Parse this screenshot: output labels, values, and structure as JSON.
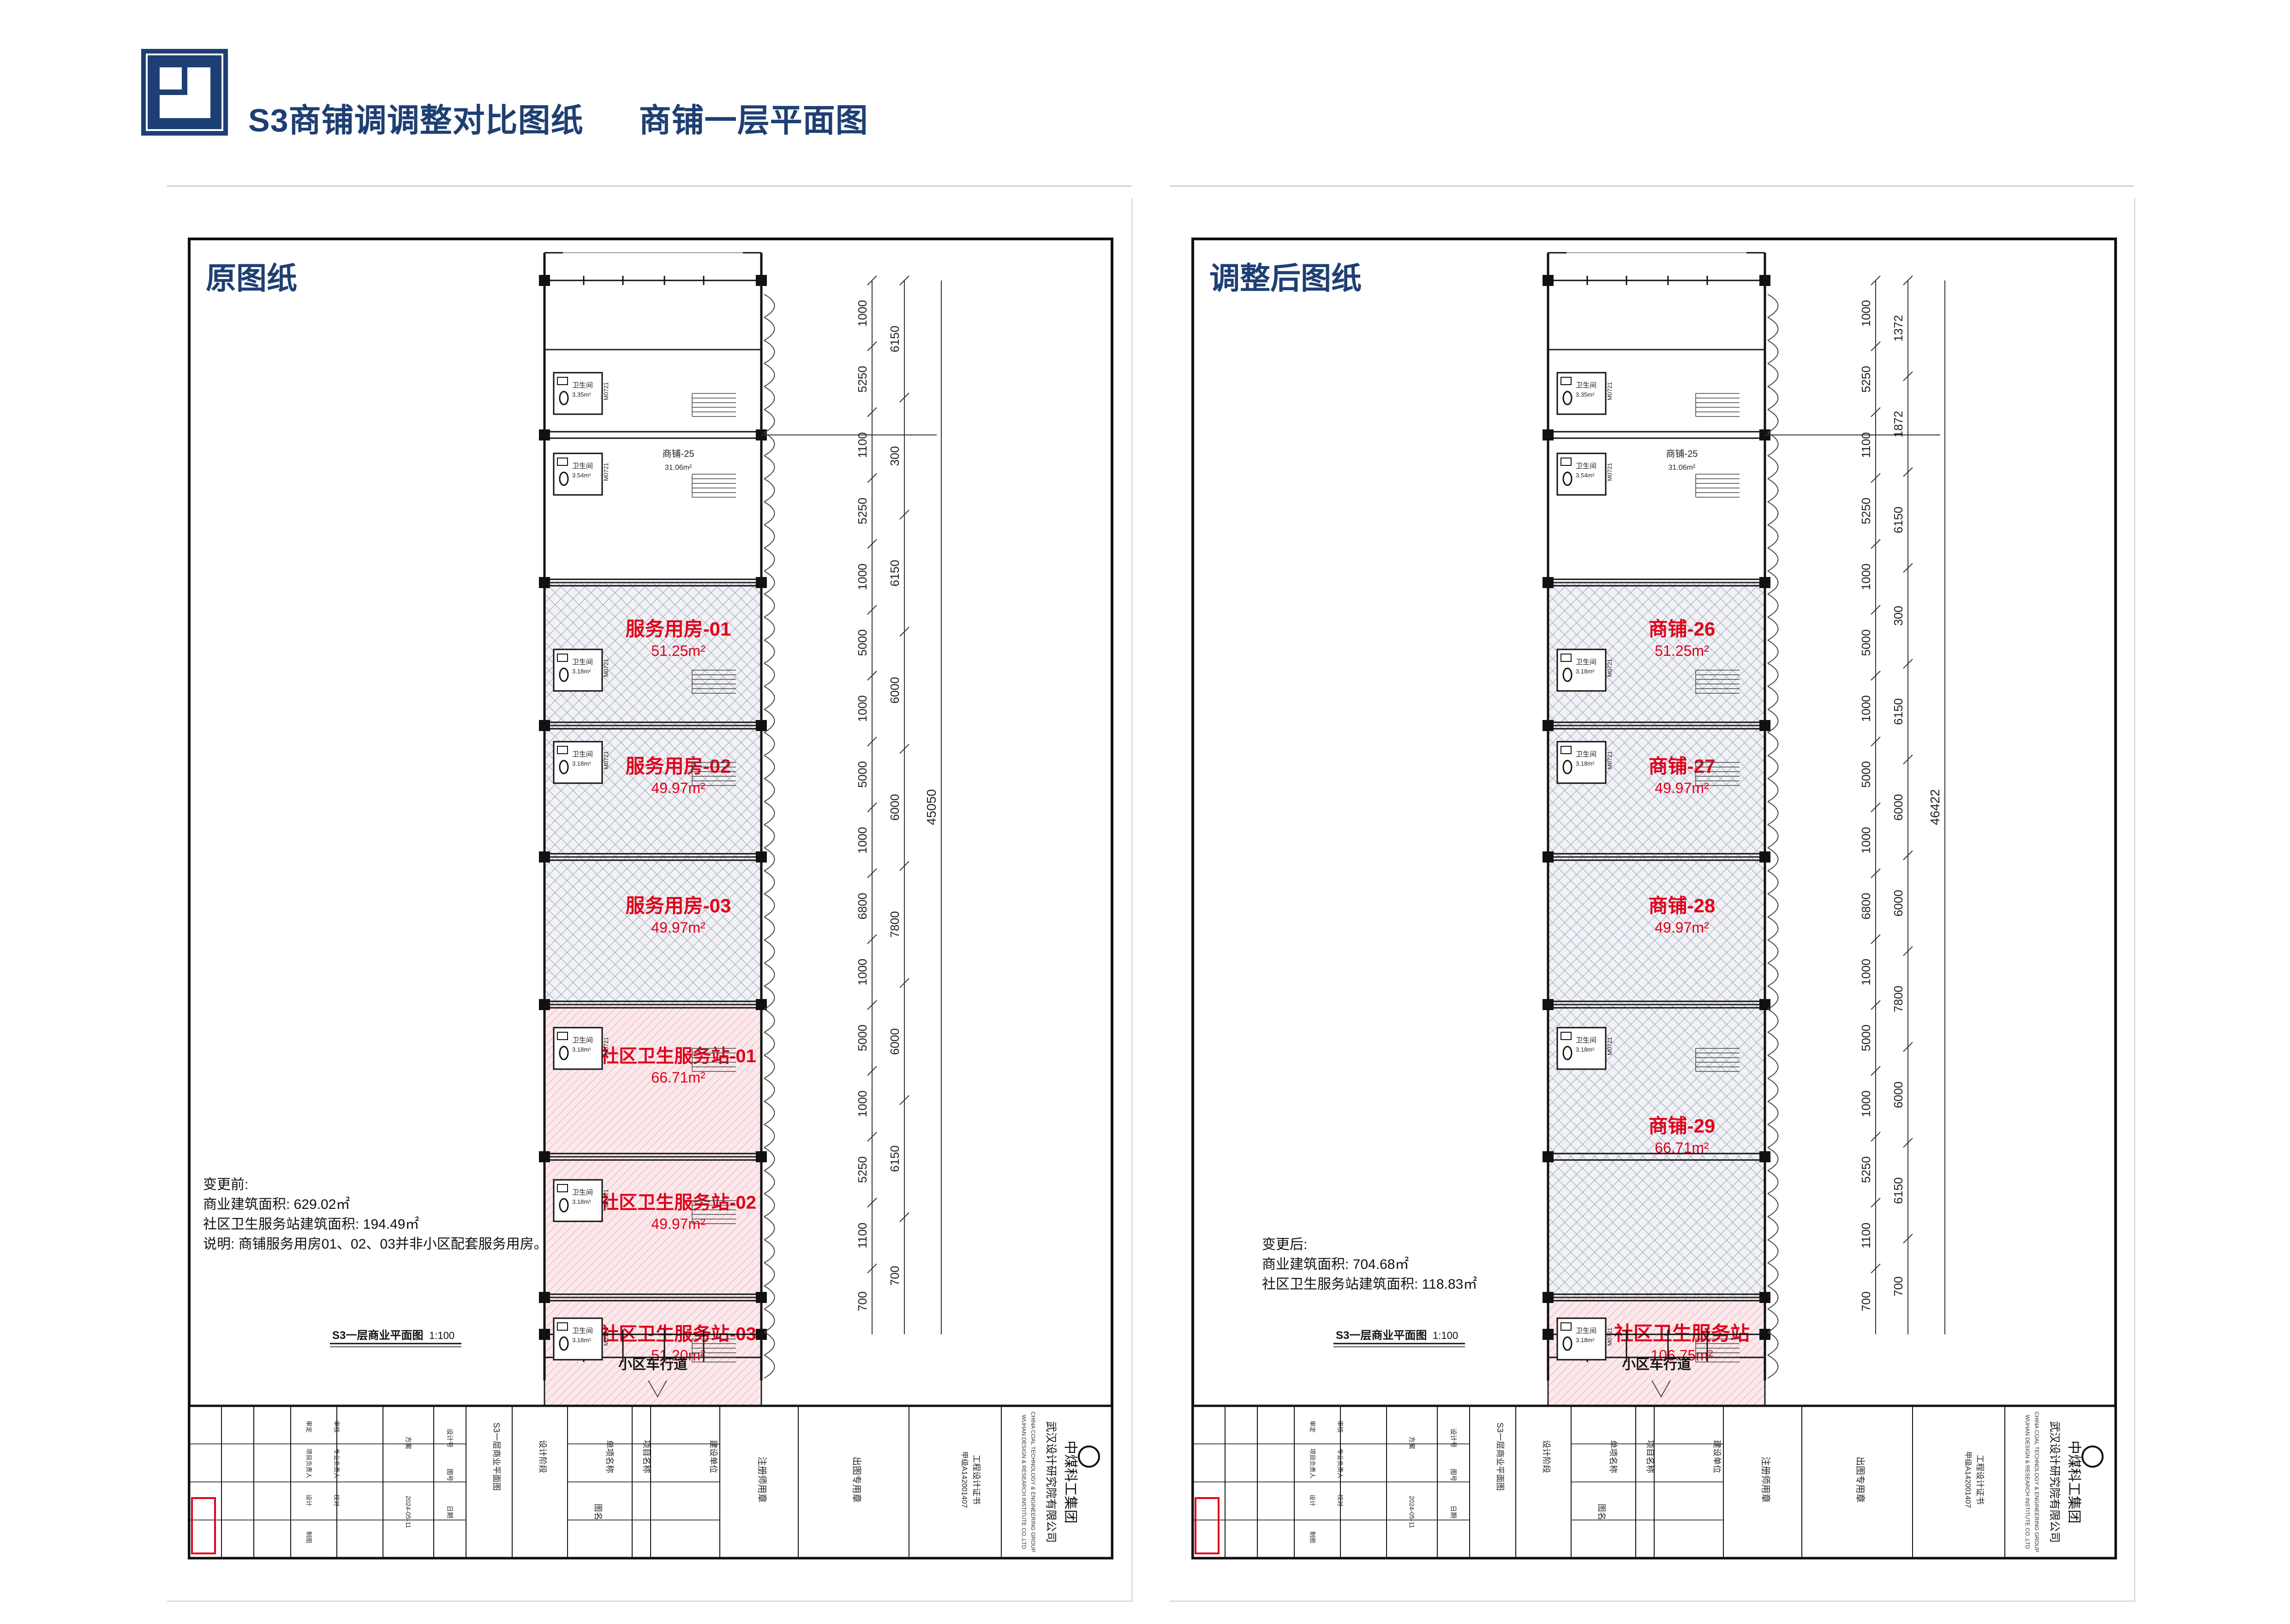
{
  "header": {
    "title_main": "S3商铺调调整对比图纸",
    "title_sub": "商铺一层平面图"
  },
  "colors": {
    "header_blue": "#1e3f73",
    "accent_red": "#e0001a",
    "line_dark": "#111111"
  },
  "panels": [
    {
      "key": "left",
      "heading": "原图纸",
      "units": [
        {
          "label": "商铺-25",
          "area": "31.06m²",
          "style": "plain"
        },
        {
          "label": "服务用房-01",
          "area": "51.25m²",
          "style": "hatch"
        },
        {
          "label": "服务用房-02",
          "area": "49.97m²",
          "style": "hatch"
        },
        {
          "label": "服务用房-03",
          "area": "49.97m²",
          "style": "hatch"
        },
        {
          "label": "社区卫生服务站-01",
          "area": "66.71m²",
          "style": "pink"
        },
        {
          "label": "社区卫生服务站-02",
          "area": "49.97m²",
          "style": "pink"
        },
        {
          "label": "社区卫生服务站-03",
          "area": "51.20m²",
          "style": "pink"
        }
      ],
      "dim_inner": [
        "1000",
        "5250",
        "1100",
        "5250",
        "1000",
        "5000",
        "1000",
        "5000",
        "1000",
        "6800",
        "1000",
        "5000",
        "1000",
        "5250",
        "1100",
        "700"
      ],
      "dim_outer": [
        "6150",
        "300",
        "6150",
        "6000",
        "6000",
        "7800",
        "6000",
        "6150",
        "700"
      ],
      "dim_total": "45050",
      "notes": [
        "变更前:",
        "商业建筑面积: 629.02㎡",
        "社区卫生服务站建筑面积: 194.49㎡",
        "说明: 商铺服务用房01、02、03并非小区配套服务用房。"
      ],
      "plan_caption": "S3一层商业平面图",
      "plan_scale": "1:100",
      "road_label": "小区车行道"
    },
    {
      "key": "right",
      "heading": "调整后图纸",
      "units": [
        {
          "label": "商铺-25",
          "area": "31.06m²",
          "style": "plain"
        },
        {
          "label": "商铺-26",
          "area": "51.25m²",
          "style": "hatch"
        },
        {
          "label": "商铺-27",
          "area": "49.97m²",
          "style": "hatch"
        },
        {
          "label": "商铺-28",
          "area": "49.97m²",
          "style": "hatch"
        },
        {
          "label": "商铺-29",
          "area": "66.71m²",
          "style": "hatch"
        },
        {
          "label": "社区卫生服务站",
          "area": "106.75m²",
          "style": "pink"
        }
      ],
      "dim_inner": [
        "1000",
        "5250",
        "1100",
        "5250",
        "1000",
        "5000",
        "1000",
        "5000",
        "1000",
        "6800",
        "1000",
        "5000",
        "1000",
        "5250",
        "1100",
        "700"
      ],
      "dim_outer": [
        "1372",
        "1872",
        "6150",
        "300",
        "6150",
        "6000",
        "6000",
        "7800",
        "6000",
        "6150",
        "700"
      ],
      "dim_total": "46422",
      "notes": [
        "变更后:",
        "商业建筑面积: 704.68㎡",
        "社区卫生服务站建筑面积: 118.83㎡"
      ],
      "plan_caption": "S3一层商业平面图",
      "plan_scale": "1:100",
      "road_label": "小区车行道"
    }
  ],
  "common": {
    "toilet_label": "卫生间",
    "door_tag": "M0721",
    "toilet_areas": [
      "3.35m²",
      "3.54m²",
      "3.18m²",
      "3.18m²",
      "3.18m²",
      "3.18m²",
      "3.18m²"
    ]
  },
  "title_block": {
    "company_cn": "中煤科工集团",
    "institute_cn": "武汉设计研究院有限公司",
    "company_en": "CHINA COAL TECHNOLOGY & ENGINEERING GROUP",
    "institute_en": "WUHAN DESIGN & RESEARCH INSTITUTE CO.,LTD",
    "cert_label": "工程设计证书",
    "cert_no": "甲级A142001407",
    "cells": [
      "出图专用章",
      "注册师用章",
      "建设单位",
      "项目名称",
      "单项名称",
      "图名",
      "设计阶段",
      "设计号",
      "图号",
      "日期",
      "S3一层商业平面图",
      "方案",
      "2024-05-11",
      "审定",
      "审核",
      "项目负责人",
      "专业负责人",
      "设计",
      "校对",
      "制图"
    ]
  }
}
